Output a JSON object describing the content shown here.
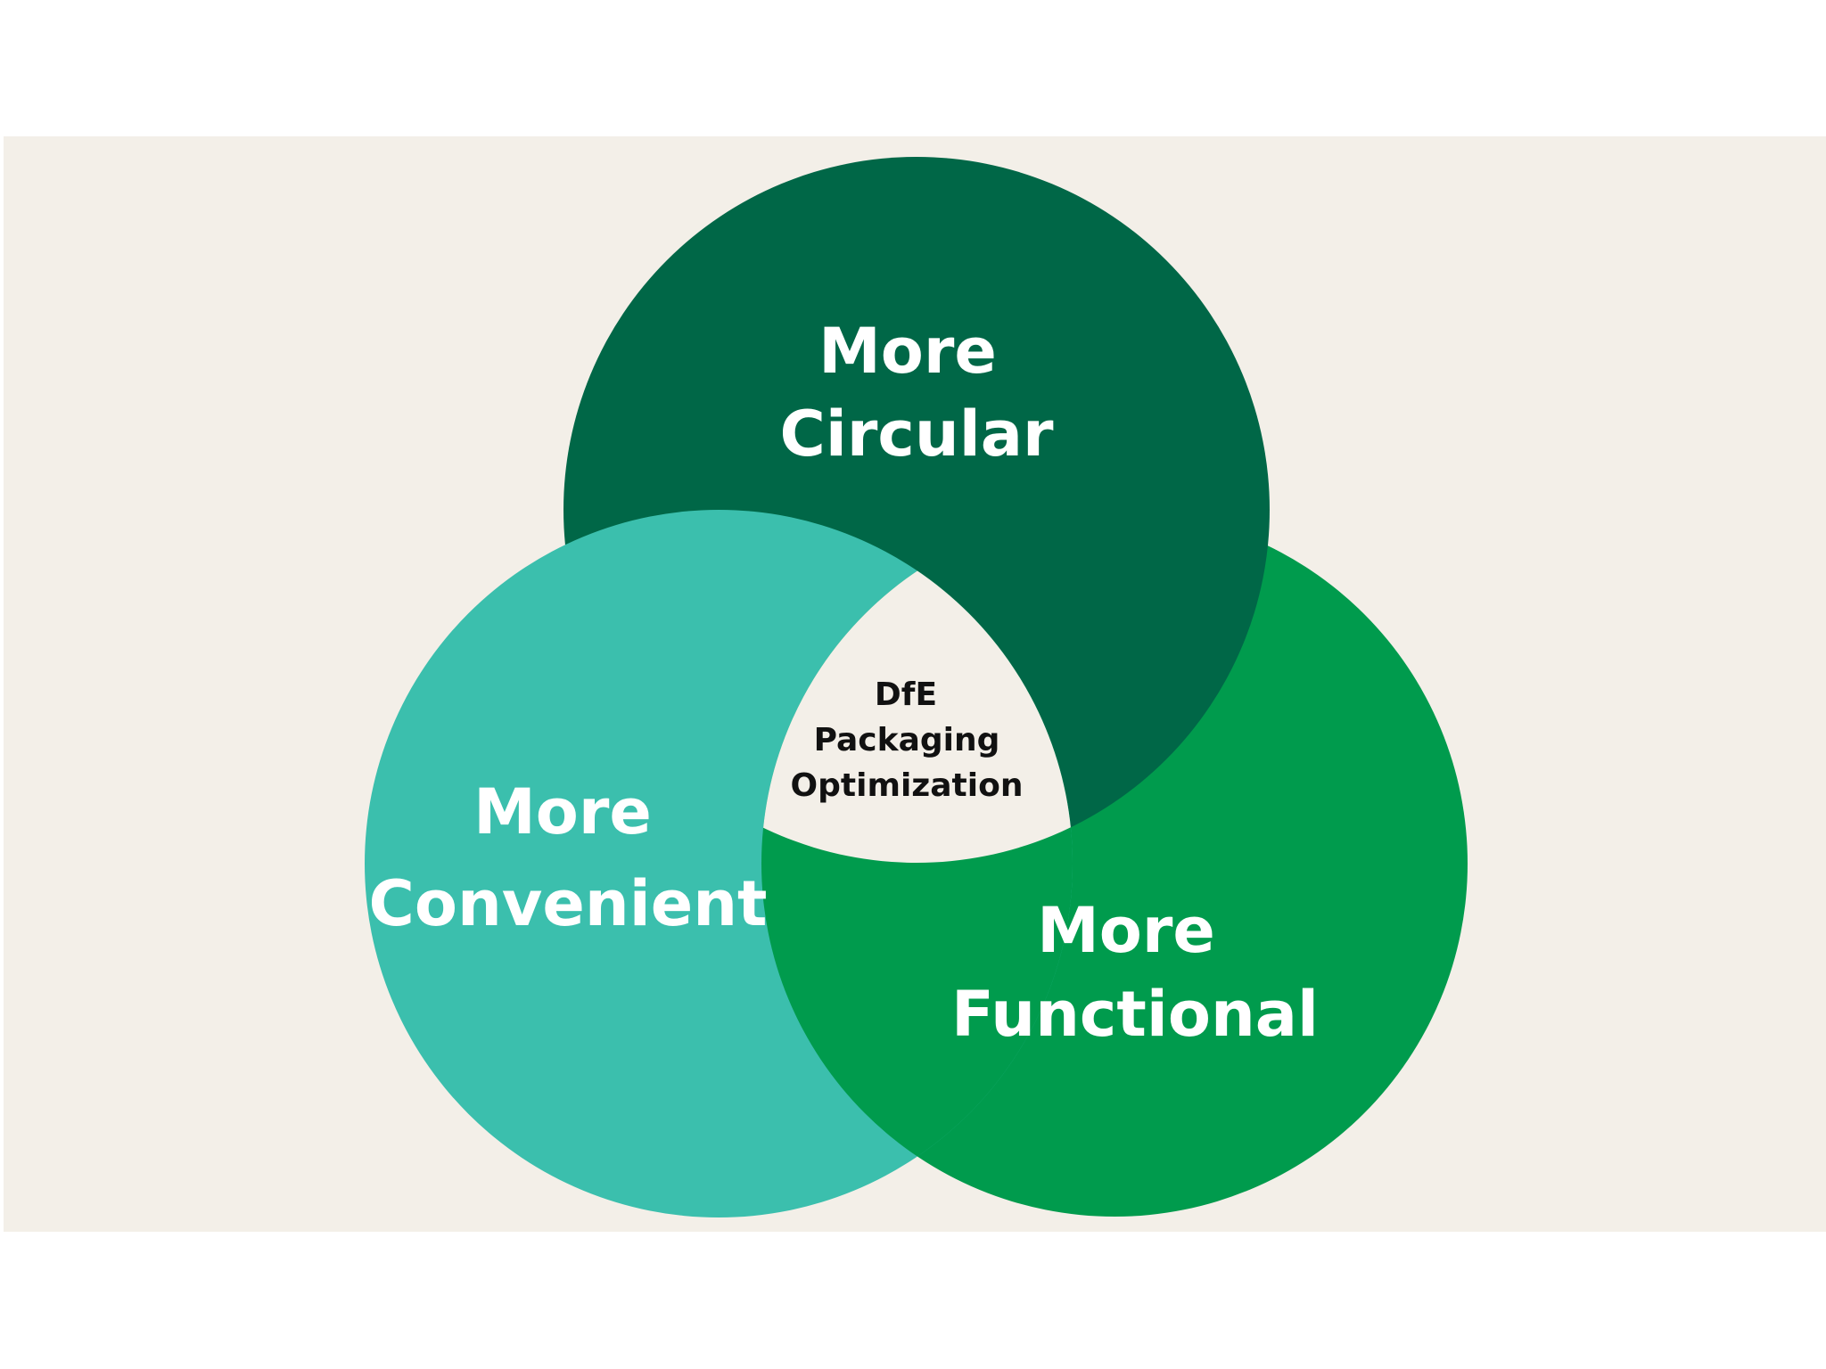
{
  "diagram": {
    "type": "venn",
    "colors": {
      "background": "#f3efe8",
      "circular": "#006747",
      "convenient": "#3bbfad",
      "functional": "#009b4d",
      "center": "#f3efe8"
    },
    "sets": {
      "circular": {
        "line1": "More",
        "line2": "Circular"
      },
      "convenient": {
        "line1": "More",
        "line2": "Convenient"
      },
      "functional": {
        "line1": "More",
        "line2": "Functional"
      }
    },
    "center": {
      "line1": "DfE",
      "line2": "Packaging",
      "line3": "Optimization"
    }
  }
}
